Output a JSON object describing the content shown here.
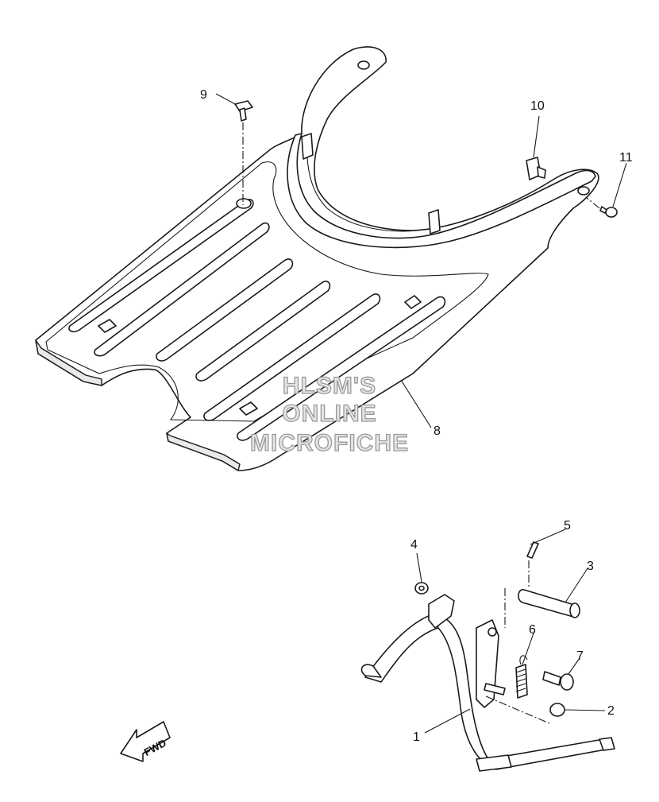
{
  "callouts": {
    "c1": "1",
    "c2": "2",
    "c3": "3",
    "c4": "4",
    "c5": "5",
    "c6": "6",
    "c7": "7",
    "c8": "8",
    "c9": "9",
    "c10": "10",
    "c11": "11"
  },
  "watermark": {
    "line1": "HLSM'S",
    "line2": "ONLINE",
    "line3": "MICROFICHE"
  },
  "direction": {
    "label": "FWD",
    "icon": "arrow-left-icon"
  },
  "colors": {
    "line": "#1a1a1a",
    "watermark": "#9a9a9a",
    "background": "#ffffff"
  }
}
